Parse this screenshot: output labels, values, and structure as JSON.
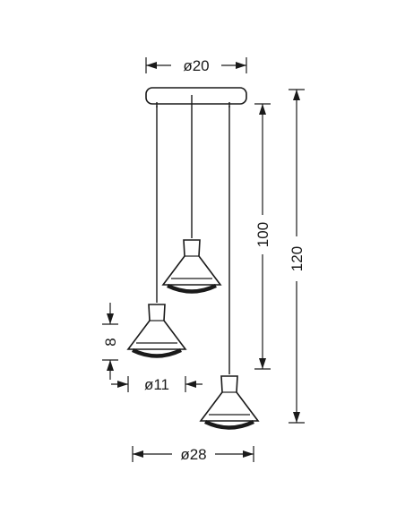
{
  "dimensions": {
    "canopy_diameter": "ø20",
    "drop_short": "100",
    "drop_total": "120",
    "shade_height": "8",
    "shade_diameter": "ø11",
    "cluster_diameter": "ø28"
  },
  "colors": {
    "line": "#1a1a1a",
    "background": "#ffffff"
  }
}
